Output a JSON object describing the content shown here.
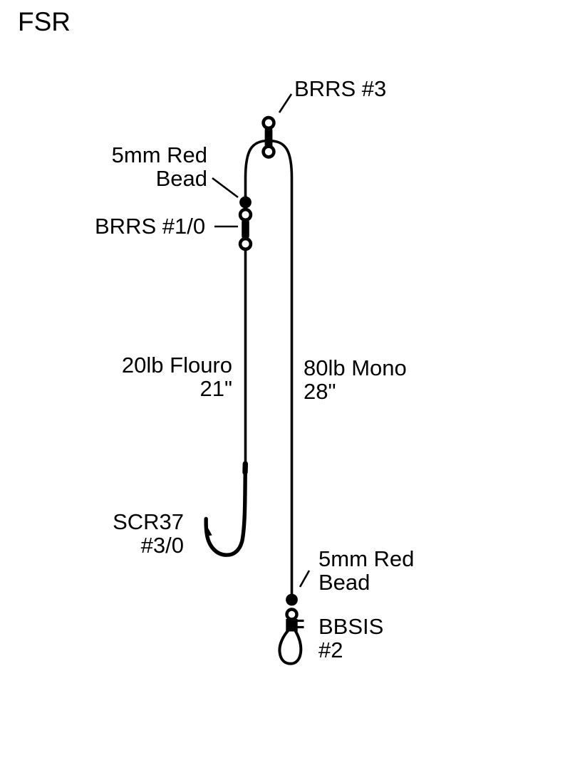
{
  "title": "FSR",
  "diagram": {
    "labels": {
      "top_swivel": "BRRS #3",
      "upper_bead": "5mm Red\nBead",
      "mid_swivel": "BRRS #1/0",
      "left_line": "20lb Flouro\n21\"",
      "right_line": "80lb Mono\n28\"",
      "hook": "SCR37\n#3/0",
      "lower_bead": "5mm Red\nBead",
      "snap_swivel": "BBSIS\n#2"
    },
    "components": {
      "top_swivel": "barrel-swivel",
      "upper_bead": "bead",
      "mid_swivel": "barrel-swivel",
      "hook": "j-hook",
      "lower_bead": "bead",
      "snap_swivel": "snap-swivel"
    },
    "colors": {
      "line": "#000000",
      "background": "#ffffff",
      "text": "#000000"
    }
  }
}
